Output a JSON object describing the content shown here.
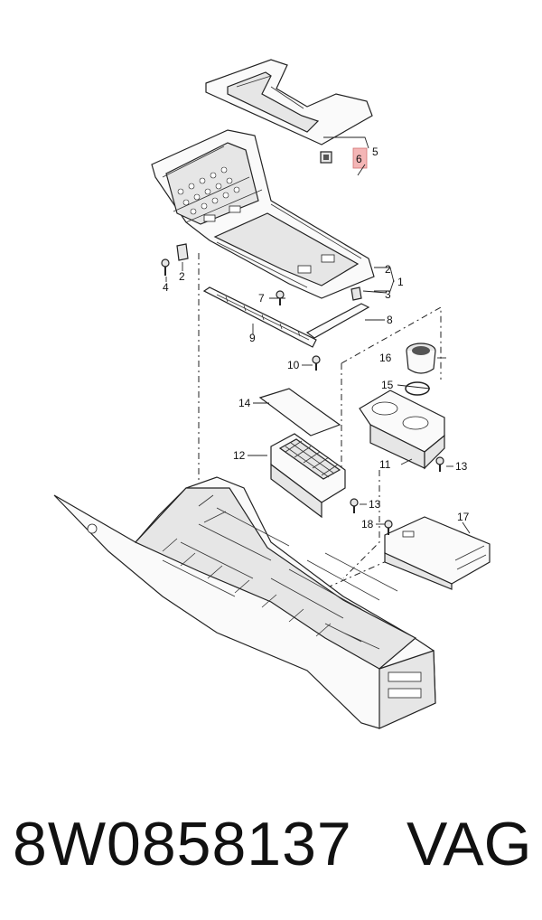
{
  "diagram": {
    "callouts": [
      {
        "id": "c1",
        "text": "1"
      },
      {
        "id": "c2a",
        "text": "2"
      },
      {
        "id": "c2b",
        "text": "2"
      },
      {
        "id": "c3",
        "text": "3"
      },
      {
        "id": "c4",
        "text": "4"
      },
      {
        "id": "c5",
        "text": "5"
      },
      {
        "id": "c6",
        "text": "6"
      },
      {
        "id": "c7",
        "text": "7"
      },
      {
        "id": "c8",
        "text": "8"
      },
      {
        "id": "c9",
        "text": "9"
      },
      {
        "id": "c10",
        "text": "10"
      },
      {
        "id": "c11",
        "text": "11"
      },
      {
        "id": "c12",
        "text": "12"
      },
      {
        "id": "c13a",
        "text": "13"
      },
      {
        "id": "c13b",
        "text": "13"
      },
      {
        "id": "c14",
        "text": "14"
      },
      {
        "id": "c15",
        "text": "15"
      },
      {
        "id": "c16",
        "text": "16"
      },
      {
        "id": "c17",
        "text": "17"
      },
      {
        "id": "c18",
        "text": "18"
      }
    ],
    "highlight_color": "#f4b6b6"
  },
  "footer": {
    "part_number": "8W0858137",
    "brand": "VAG"
  }
}
